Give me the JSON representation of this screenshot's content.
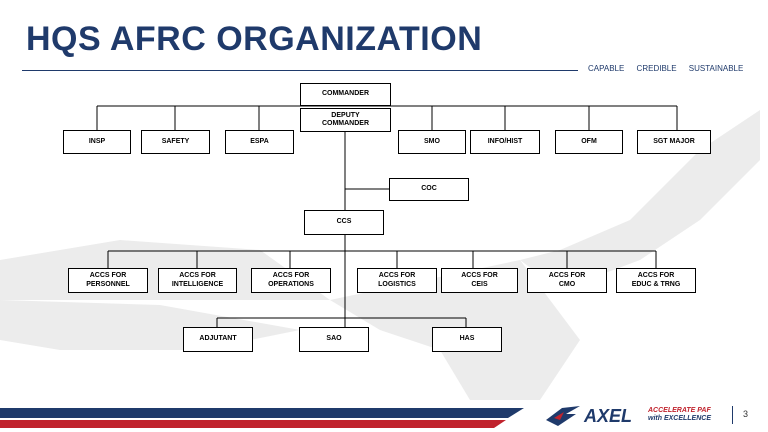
{
  "header": {
    "title": "HQS AFRC ORGANIZATION",
    "taglines": [
      "CAPABLE",
      "CREDIBLE",
      "SUSTAINABLE"
    ]
  },
  "org_chart": {
    "commander": "COMMANDER",
    "deputy": "DEPUTY\nCOMMANDER",
    "staff_left": [
      "INSP",
      "SAFETY",
      "ESPA"
    ],
    "staff_right": [
      "SMO",
      "INFO/HIST",
      "OFM",
      "SGT MAJOR"
    ],
    "coc": "COC",
    "ccs": "CCS",
    "accs": [
      "ACCS FOR\nPERSONNEL",
      "ACCS FOR\nINTELLIGENCE",
      "ACCS FOR\nOPERATIONS",
      "ACCS FOR\nLOGISTICS",
      "ACCS FOR\nCEIS",
      "ACCS FOR\nCMO",
      "ACCS FOR\nEDUC & TRNG"
    ],
    "bottom": [
      "ADJUTANT",
      "SAO",
      "HAS"
    ]
  },
  "footer": {
    "brand": "AXEL",
    "slogan_line1": "ACCELERATE PAF",
    "slogan_line2": "with EXCELLENCE",
    "page_number": "3"
  },
  "colors": {
    "navy": "#1f3a6b",
    "red": "#c0232d"
  }
}
